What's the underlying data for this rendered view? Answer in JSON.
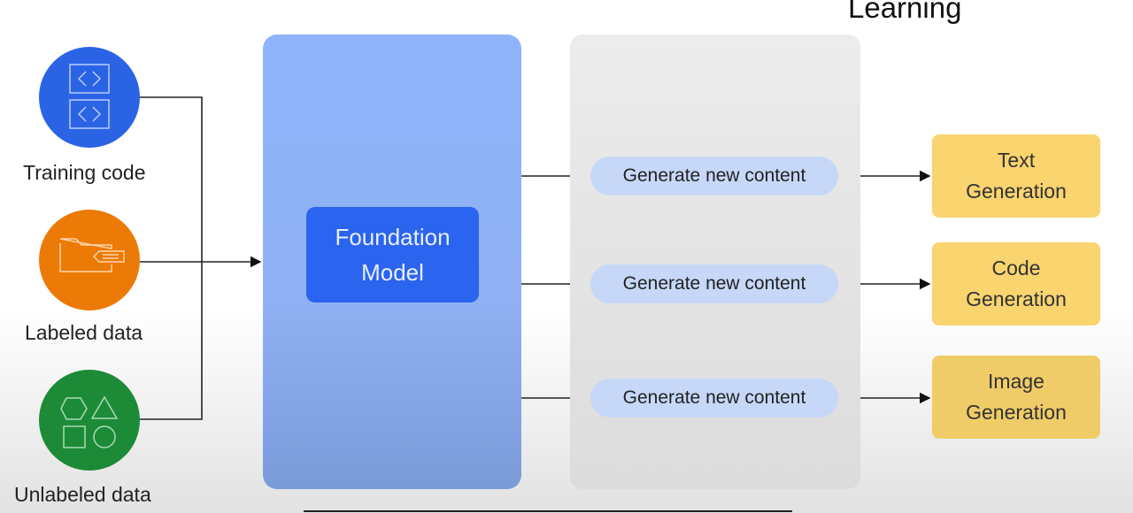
{
  "title_fragment": "Learning",
  "inputs": [
    {
      "label": "Training code",
      "icon": "code-blocks-icon",
      "color": "#2b63e5"
    },
    {
      "label": "Labeled data",
      "icon": "labeled-folder-icon",
      "color": "#ec7a06"
    },
    {
      "label": "Unlabeled data",
      "icon": "shapes-icon",
      "color": "#1d8a38"
    }
  ],
  "model": {
    "label_line1": "Foundation",
    "label_line2": "Model"
  },
  "generate": [
    {
      "label": "Generate new content"
    },
    {
      "label": "Generate new content"
    },
    {
      "label": "Generate new content"
    }
  ],
  "outputs": [
    {
      "line1": "Text",
      "line2": "Generation"
    },
    {
      "line1": "Code",
      "line2": "Generation"
    },
    {
      "line1": "Image",
      "line2": "Generation"
    }
  ]
}
